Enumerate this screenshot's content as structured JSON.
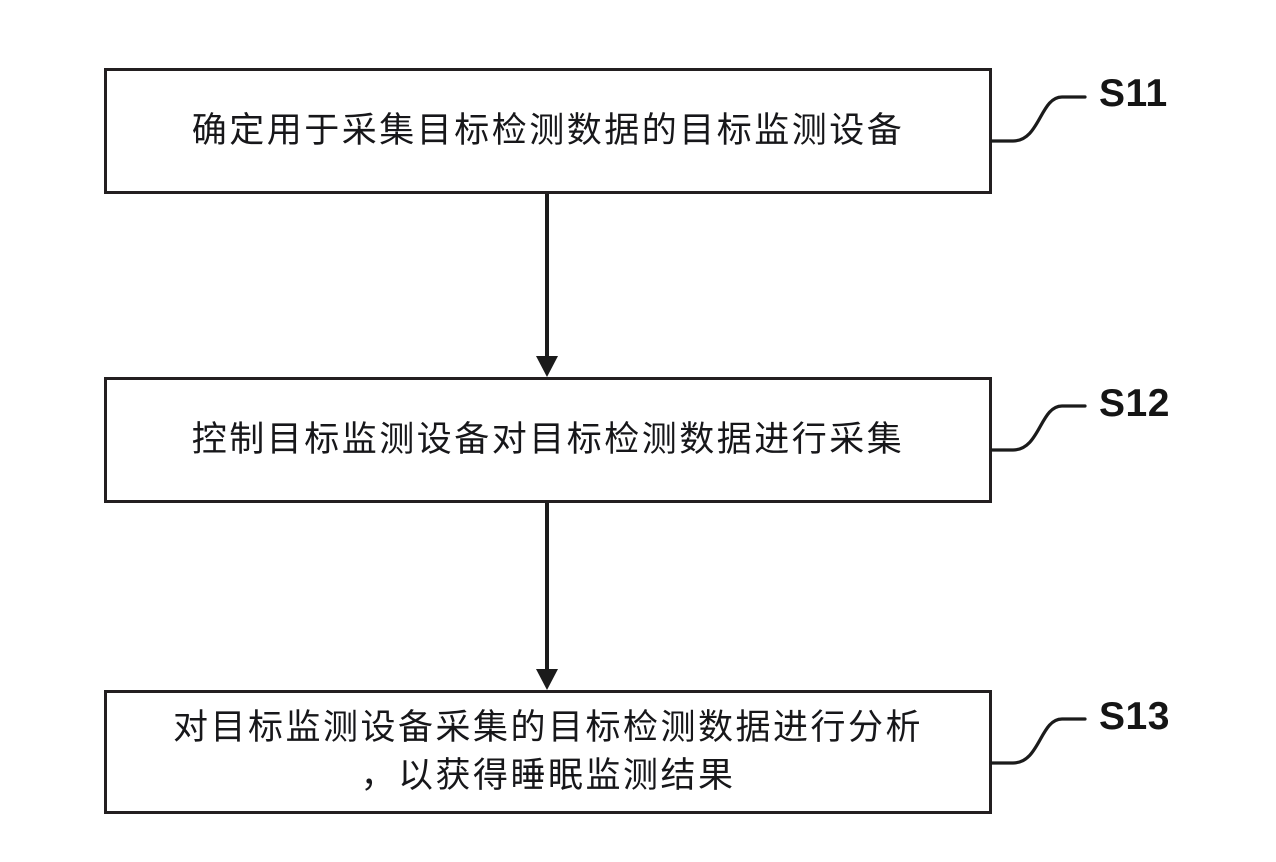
{
  "diagram": {
    "title": "Sleep monitoring method flowchart",
    "background_color": "#ffffff",
    "line_color": "#1b1b1b",
    "steps": [
      {
        "tag": "S11",
        "lines": [
          "确定用于采集目标检测数据的目标监测设备"
        ]
      },
      {
        "tag": "S12",
        "lines": [
          "控制目标监测设备对目标检测数据进行采集"
        ]
      },
      {
        "tag": "S13",
        "lines": [
          "对目标监测设备采集的目标检测数据进行分析",
          "，以获得睡眠监测结果"
        ]
      }
    ],
    "connectors": [
      {
        "from": "S11",
        "to": "S12",
        "style": "arrow-down"
      },
      {
        "from": "S12",
        "to": "S13",
        "style": "arrow-down"
      }
    ],
    "leaders": [
      {
        "tag": "S11",
        "style": "s-curve"
      },
      {
        "tag": "S12",
        "style": "s-curve"
      },
      {
        "tag": "S13",
        "style": "s-curve"
      }
    ]
  }
}
